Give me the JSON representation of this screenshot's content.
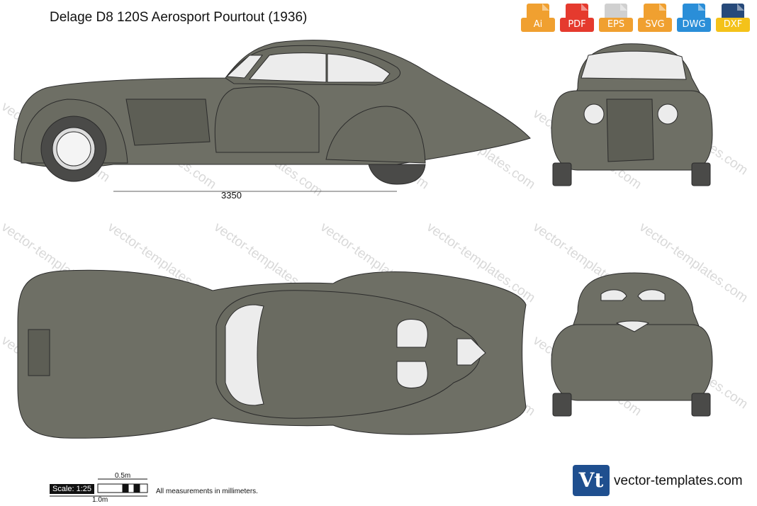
{
  "title": "Delage D8 120S Aerosport Pourtout (1936)",
  "dimension_label": "3350",
  "formats": [
    {
      "label": "Ai",
      "color": "#f0a030"
    },
    {
      "label": "PDF",
      "color": "#e53a2e"
    },
    {
      "label": "EPS",
      "color": "#f0a030"
    },
    {
      "label": "SVG",
      "color": "#f0a030"
    },
    {
      "label": "DWG",
      "color": "#2a8ed8"
    },
    {
      "label": "DXF",
      "color": "#f4c21a"
    }
  ],
  "scale_bar": {
    "scale": "Scale: 1:25",
    "half": "0.5m",
    "one": "1.0m"
  },
  "note": "All measurements in millimeters.",
  "brand": {
    "logo": "Vt",
    "site": "vector-templates.com"
  },
  "watermark": "vector-templates.com",
  "colors": {
    "body": "#6e6f65",
    "outline": "#2b2b2b",
    "glass": "#ececec",
    "tyre": "#4a4a48"
  }
}
